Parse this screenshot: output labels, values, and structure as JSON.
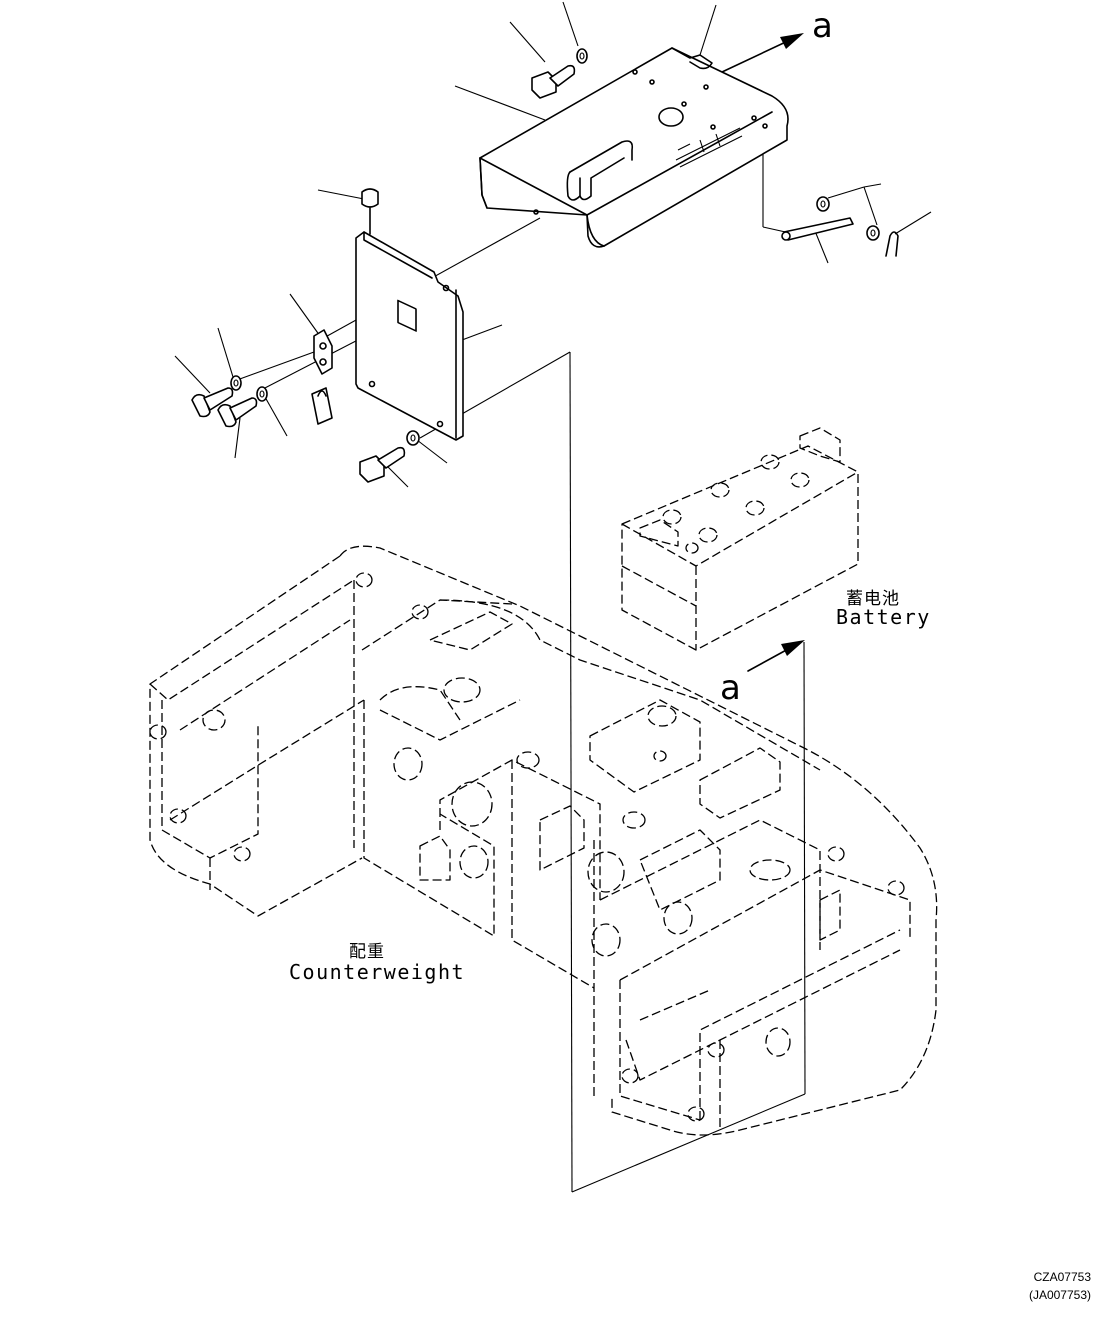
{
  "callouts": {
    "view_arrow_top": "a",
    "view_arrow_bottom": "a"
  },
  "battery": {
    "label_cn": "蓄电池",
    "label_en": "Battery"
  },
  "counterweight": {
    "label_cn": "配重",
    "label_en": "Counterweight"
  },
  "drawing": {
    "code": "CZA07753",
    "ref_code": "(JA007753)"
  }
}
